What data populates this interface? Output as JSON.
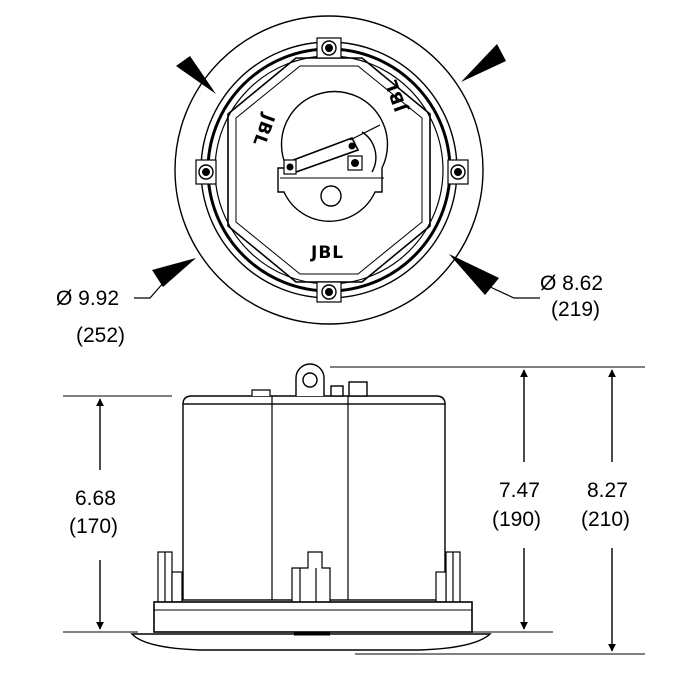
{
  "top_view": {
    "logo_text": "JBL",
    "outer_diameter": {
      "value": "Ø  9.92",
      "metric": "(252)"
    },
    "cutout_diameter": {
      "value": "Ø  8.62",
      "metric": "(219)"
    }
  },
  "side_view": {
    "height_body": {
      "value": "6.68",
      "metric": "(170)"
    },
    "height_bracket": {
      "value": "7.47",
      "metric": "(190)"
    },
    "height_total": {
      "value": "8.27",
      "metric": "(210)"
    }
  }
}
